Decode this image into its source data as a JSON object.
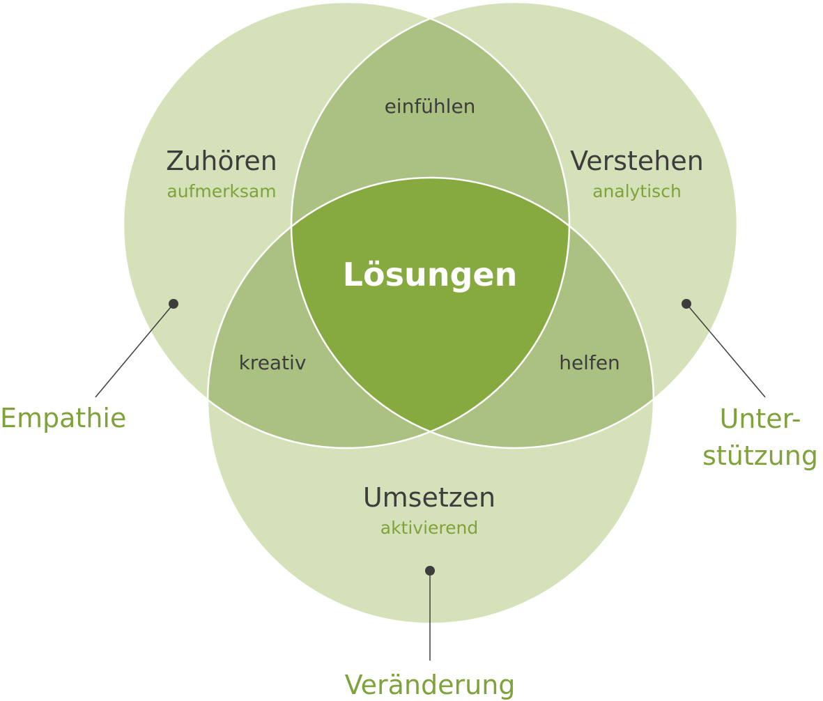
{
  "colors": {
    "circle": "#d5e1b9",
    "pair_overlap": "#aac182",
    "center": "#87aa40",
    "outline": "#ffffff",
    "accent_text": "#7fa23b",
    "dark_text": "#3d3d3d"
  },
  "circles": {
    "top_left": {
      "name": "Zuhören",
      "subtitle": "aufmerksam"
    },
    "top_right": {
      "name": "Verstehen",
      "subtitle": "analytisch"
    },
    "bottom": {
      "name": "Umsetzen",
      "subtitle": "aktivierend"
    }
  },
  "overlaps": {
    "top": "einfühlen",
    "left": "kreativ",
    "right": "helfen",
    "center": "Lösungen"
  },
  "outer_labels": {
    "left": "Empathie",
    "right_line1": "Unter-",
    "right_line2": "stützung",
    "bottom": "Veränderung"
  }
}
